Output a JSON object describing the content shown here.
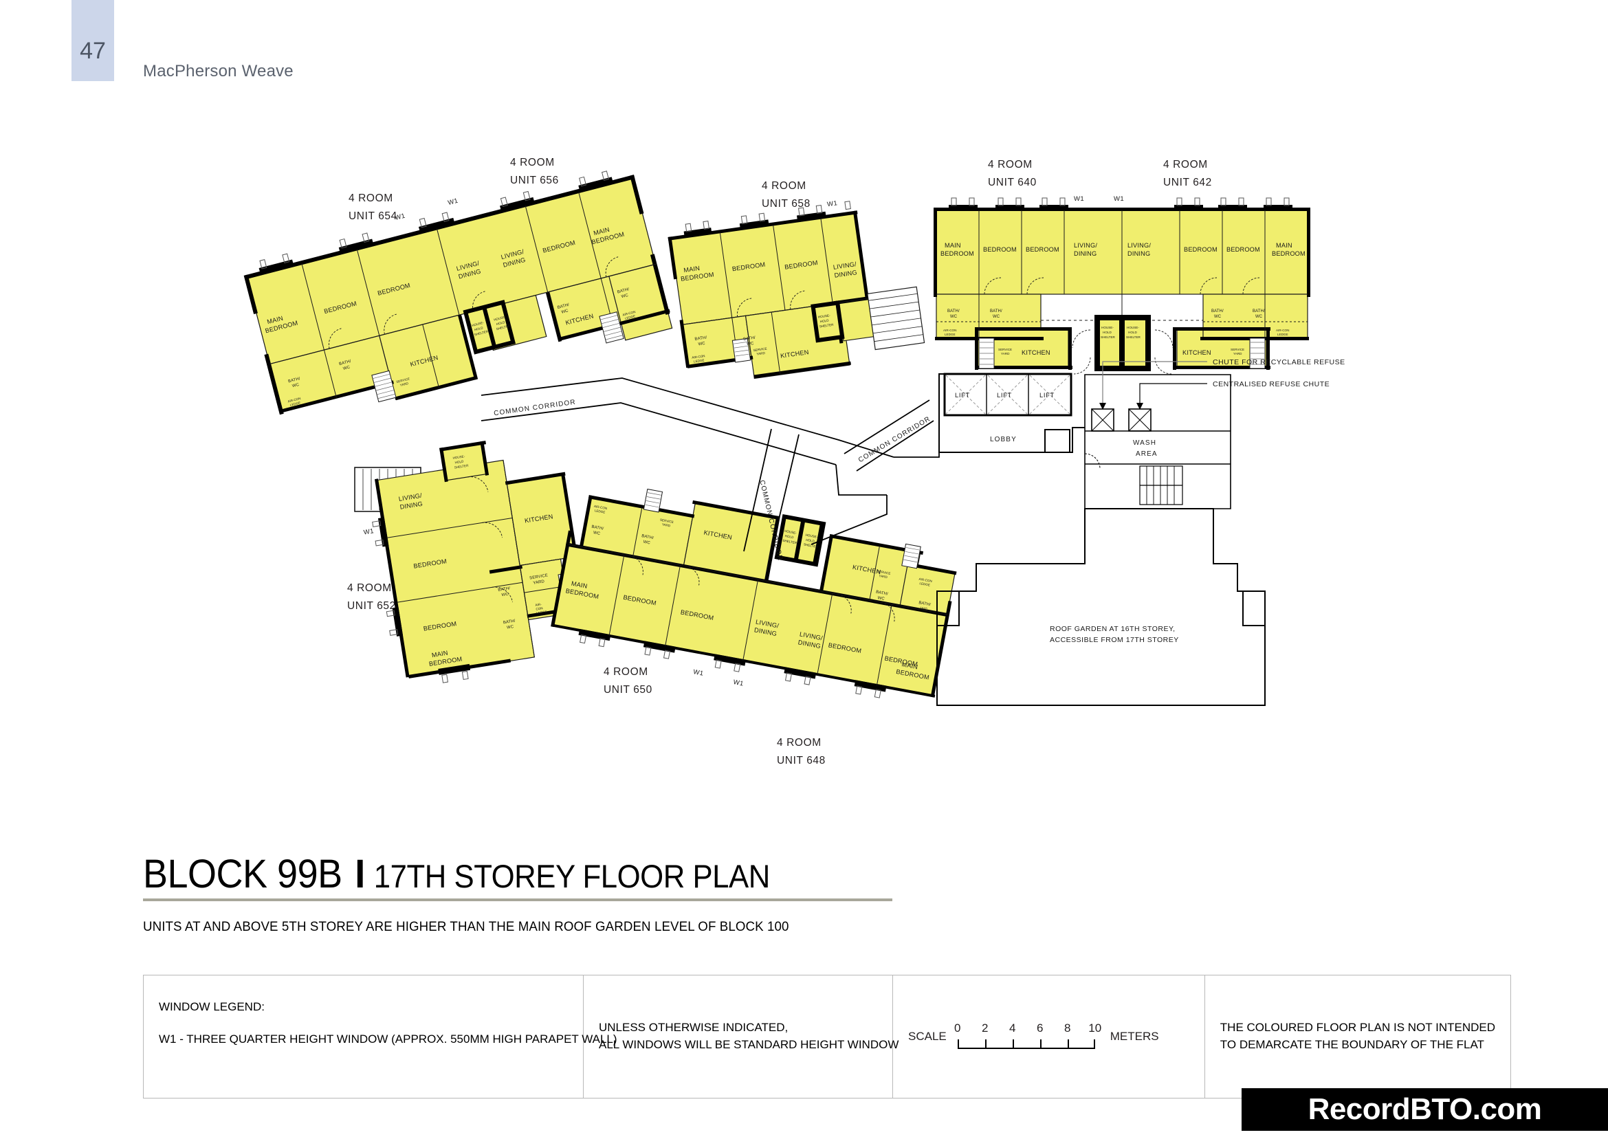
{
  "header": {
    "page_number": "47",
    "project_title": "MacPherson Weave"
  },
  "title_block": {
    "block": "BLOCK 99B",
    "separator": "I",
    "plan_title": "17TH STOREY FLOOR PLAN",
    "note": "UNITS AT AND ABOVE 5TH STOREY ARE HIGHER THAN THE MAIN ROOF GARDEN LEVEL OF BLOCK 100"
  },
  "legend": {
    "window_legend_title": "WINDOW LEGEND:",
    "window_legend_w1": "W1 -  THREE QUARTER HEIGHT WINDOW (APPROX. 550MM HIGH PARAPET WALL)",
    "note_line1": "UNLESS OTHERWISE INDICATED,",
    "note_line2": "ALL WINDOWS WILL BE STANDARD HEIGHT WINDOW",
    "scale_word": "SCALE",
    "scale_ticks": [
      "0",
      "2",
      "4",
      "6",
      "8",
      "10"
    ],
    "scale_units": "METERS",
    "disclaimer_line1": "THE COLOURED FLOOR PLAN IS NOT INTENDED",
    "disclaimer_line2": "TO DEMARCATE THE BOUNDARY OF THE FLAT"
  },
  "watermark": {
    "text": "RecordBTO.com"
  },
  "colors": {
    "unit_fill": "#f0ee6e",
    "wall": "#000000",
    "page_tab": "#ccd6ea",
    "title_rule": "#a8a79a",
    "header_text": "#5b626e"
  },
  "plan": {
    "units": [
      {
        "id": "654",
        "type": "4 ROOM",
        "label_line1": "4 ROOM",
        "label_line2": "UNIT 654"
      },
      {
        "id": "656",
        "type": "4 ROOM",
        "label_line1": "4 ROOM",
        "label_line2": "UNIT 656"
      },
      {
        "id": "658",
        "type": "4 ROOM",
        "label_line1": "4 ROOM",
        "label_line2": "UNIT 658"
      },
      {
        "id": "640",
        "type": "4 ROOM",
        "label_line1": "4 ROOM",
        "label_line2": "UNIT 640"
      },
      {
        "id": "642",
        "type": "4 ROOM",
        "label_line1": "4 ROOM",
        "label_line2": "UNIT 642"
      },
      {
        "id": "652",
        "type": "4 ROOM",
        "label_line1": "4 ROOM",
        "label_line2": "UNIT 652"
      },
      {
        "id": "650",
        "type": "4 ROOM",
        "label_line1": "4 ROOM",
        "label_line2": "UNIT 650"
      },
      {
        "id": "648",
        "type": "4 ROOM",
        "label_line1": "4 ROOM",
        "label_line2": "UNIT 648"
      }
    ],
    "room_names": {
      "main_bedroom": "MAIN BEDROOM",
      "bedroom": "BEDROOM",
      "living_dining": "LIVING/ DINING",
      "kitchen": "KITCHEN",
      "bath_wc": "BATH/ WC",
      "service_yard": "SERVICE YARD",
      "household_shelter": "HOUSE- HOLD SHELTER",
      "aircon_ledge": "AIR-CON LEDGE"
    },
    "circulation": {
      "common_corridor": "COMMON CORRIDOR",
      "lobby": "LOBBY",
      "lift": "LIFT",
      "wash_area": "WASH AREA"
    },
    "annotations": {
      "chute_recyclable": "CHUTE FOR RECYCLABLE REFUSE",
      "chute_centralised": "CENTRALISED REFUSE CHUTE",
      "roof_garden_line1": "ROOF GARDEN AT 16TH STOREY,",
      "roof_garden_line2": "ACCESSIBLE FROM 17TH STOREY"
    },
    "window_tag": "W1"
  }
}
